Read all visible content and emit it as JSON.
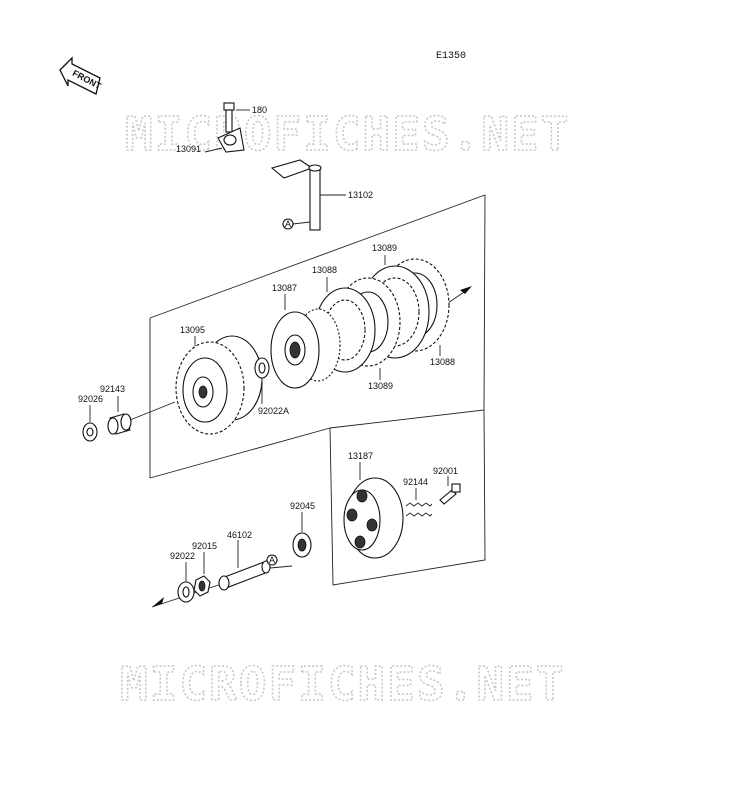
{
  "diagram": {
    "code": "E1350",
    "front_label": "FRONT",
    "ref_marker": "A",
    "watermark_top": "MICROFICHES.NET",
    "watermark_bottom": "MICROFICHES.NET"
  },
  "parts": {
    "p180": "180",
    "p13091": "13091",
    "p13102": "13102",
    "p13089a": "13089",
    "p13088a": "13088",
    "p13087": "13087",
    "p13095": "13095",
    "p13088b": "13088",
    "p13089b": "13089",
    "p92143": "92143",
    "p92026": "92026",
    "p92022A": "92022A",
    "p13187": "13187",
    "p92144": "92144",
    "p92001": "92001",
    "p92045": "92045",
    "p46102": "46102",
    "p92015": "92015",
    "p92022": "92022"
  }
}
